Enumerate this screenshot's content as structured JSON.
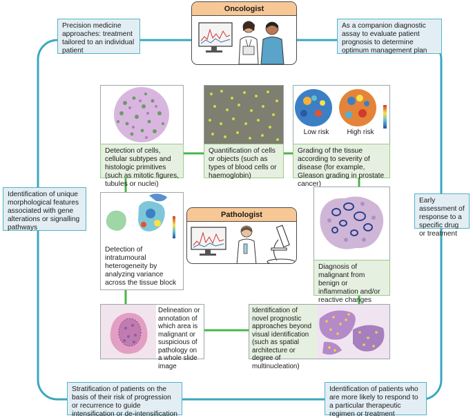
{
  "roles": {
    "oncologist": "Oncologist",
    "pathologist": "Pathologist"
  },
  "outer_notes": {
    "top_left": "Precision medicine approaches: treatment tailored to an individual patient",
    "top_right": "As a companion diagnostic assay to evaluate patient prognosis to determine optimum management plan",
    "left": "Identification of unique morphological features associated with gene alterations or signalling pathways",
    "right": "Early assessment of response to a specific drug or treatment",
    "bottom_left": "Stratification of patients on the basis of their risk of progression or recurrence to guide intensification or de-intensification therapy",
    "bottom_right": "Identification of patients who are more likely to respond to a particular therapeutic regimen or treatment"
  },
  "tasks": {
    "detection": "Detection of cells, cellular subtypes and histologic primitives (such as mitotic figures, tubules or nuclei)",
    "quantification": "Quantification of cells or objects (such as types of blood cells or haemoglobin)",
    "grading": "Grading of the tissue according to severity of disease (for example, Gleason grading in prostate cancer)",
    "heterogeneity": "Detection of intratumoural heterogeneity by analyzing variance across the tissue block",
    "diagnosis": "Diagnosis of malignant from benign or inflammation and/or reactive changes",
    "delineation": "Delineation or annotation of which area is malignant or suspicious of pathology on a whole slide image",
    "prognostic": "Identification of novel prognostic approaches beyond visual identification (such as spatial architecture or degree of multinucleation)"
  },
  "grading_captions": {
    "low": "Low risk",
    "high": "High risk"
  },
  "colors": {
    "loop": "#3aa7bf",
    "connector": "#4bb548",
    "role_header": "#f7c896",
    "blue_box": "#e3eef4",
    "green_box": "#e6f0e1"
  }
}
